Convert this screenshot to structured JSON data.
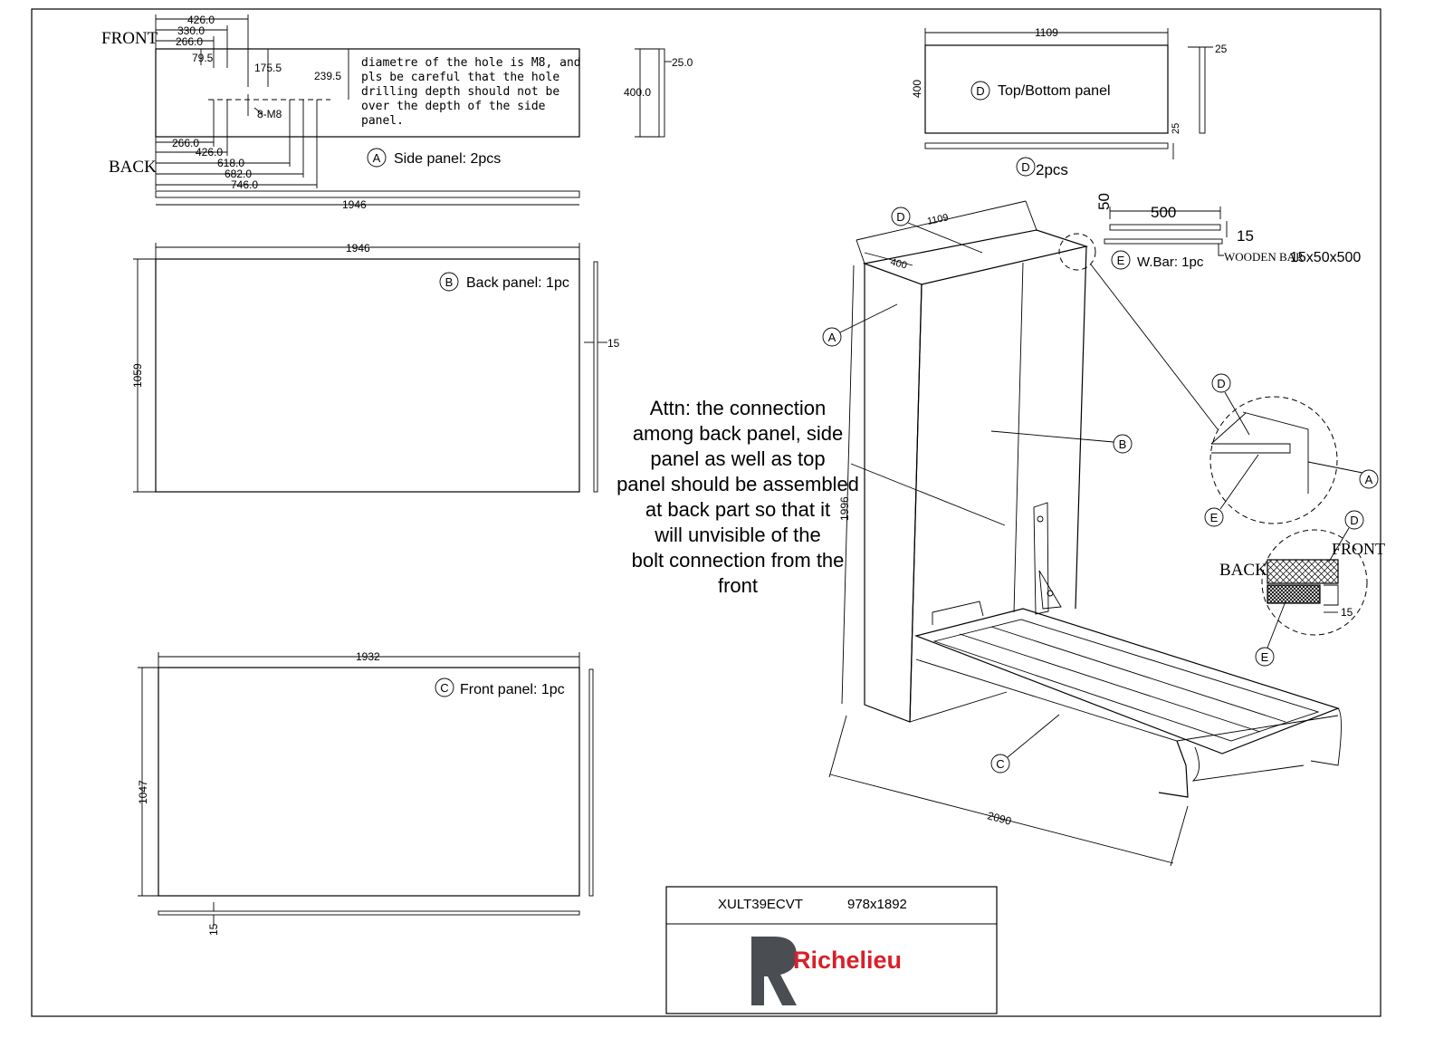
{
  "side_panel": {
    "front_label": "FRONT",
    "back_label": "BACK",
    "front_dims": [
      "426.0",
      "330.0",
      "266.0",
      "79.5",
      "175.5",
      "239.5"
    ],
    "back_dims": [
      "266.0",
      "426.0",
      "618.0",
      "682.0",
      "746.0"
    ],
    "hole_label": "8-M8",
    "note_lines": [
      "diametre of the hole is M8, and",
      "pls be careful that the hole",
      "drilling depth should not be",
      "over the depth of the side",
      "panel."
    ],
    "length": "1946",
    "thickness": "25.0",
    "depth": "400.0",
    "marker": "A",
    "caption": "Side panel: 2pcs"
  },
  "back_panel": {
    "marker": "B",
    "caption": "Back panel: 1pc",
    "width": "1946",
    "height": "1059",
    "thickness": "15"
  },
  "front_panel": {
    "marker": "C",
    "caption": "Front panel: 1pc",
    "width": "1932",
    "height": "1047",
    "thickness": "15"
  },
  "top_panel": {
    "marker": "D",
    "caption": "Top/Bottom panel",
    "width": "1109",
    "height": "400",
    "thickness_a": "25",
    "thickness_b": "25",
    "qty": "2pcs"
  },
  "wbar": {
    "marker": "E",
    "caption": "W.Bar: 1pc",
    "length": "500",
    "height": "50",
    "thickness": "15",
    "label_a": "WOODEN BAR",
    "label_b": "15x50x500"
  },
  "assembly": {
    "d_width": "1109",
    "d_depth": "400",
    "height": "1996",
    "length": "2090",
    "attention_lines": [
      "Attn: the connection",
      "among back panel, side",
      "panel as well as top",
      "panel should be assembled",
      "at back part so that it",
      "will unvisible of the",
      "bolt connection from the",
      "front"
    ],
    "markers": [
      "D",
      "A",
      "B",
      "C"
    ]
  },
  "detail": {
    "markers": [
      "D",
      "E",
      "A"
    ]
  },
  "section": {
    "back_label": "BACK",
    "front_label": "FRONT",
    "dim": "15",
    "markers": [
      "D",
      "E"
    ]
  },
  "title_block": {
    "model": "XULT39ECVT",
    "size": "978x1892",
    "brand": "Richelieu",
    "brand_color": "#d8202a",
    "logo_color": "#4a4d52"
  }
}
